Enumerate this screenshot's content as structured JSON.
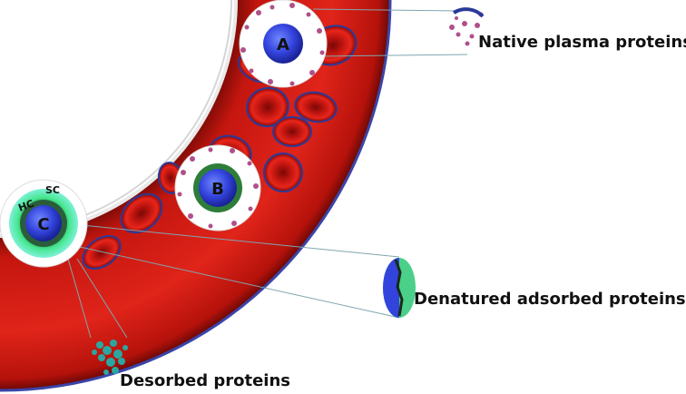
{
  "labels": {
    "native": "Native plasma proteins",
    "denatured": "Denatured adsorbed proteins",
    "desorbed": "Desorbed proteins"
  },
  "particles": {
    "a": "A",
    "b": "B",
    "c": "C",
    "hc": "HC",
    "sc": "SC"
  },
  "colors": {
    "vessel": "#d21a12",
    "vessel_dark": "#8a0c08",
    "particle_core": "#3344dd",
    "soft_corona": "#33e07a",
    "protein_pink": "#b0508a",
    "connector": "#7fa6b0"
  }
}
